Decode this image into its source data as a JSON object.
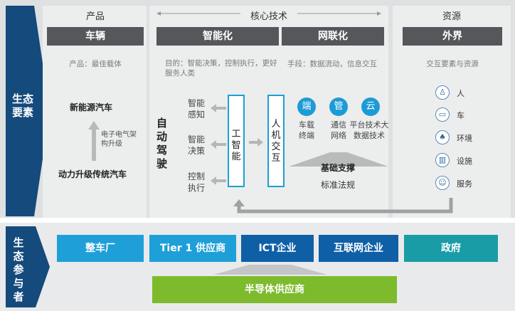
{
  "left": {
    "top_label": "生态要素",
    "bottom_label": "生态参与者"
  },
  "product": {
    "header": "产品",
    "bar": "车辆",
    "subtitle": "产品：最佳载体",
    "top_item": "新能源汽车",
    "upgrade_note": "电子电气架构升级",
    "bottom_item": "动力升级传统汽车"
  },
  "core": {
    "header": "核心技术",
    "bar_left": "智能化",
    "bar_right": "网联化",
    "goal_text": "目的：智能决策，控制执行，更好服务人类",
    "means_text": "手段：数据流动，信息交互",
    "autodrive": "自动驾驶",
    "stages": [
      "智能感知",
      "智能决策",
      "控制执行"
    ],
    "ai_box": "工智能",
    "hmi_box": "人机交互",
    "net_items": [
      {
        "glyph": "端",
        "label": "车载终端"
      },
      {
        "glyph": "管",
        "label": "通信网络"
      },
      {
        "glyph": "云",
        "label": "平台技术大数据技术"
      }
    ],
    "support": "基础支撑",
    "standards": "标准法规"
  },
  "resource": {
    "header": "资源",
    "bar": "外界",
    "subtitle": "交互要素与资源",
    "items": [
      {
        "icon": "person-icon",
        "label": "人"
      },
      {
        "icon": "car-icon",
        "label": "车"
      },
      {
        "icon": "leaf-icon",
        "label": "环境"
      },
      {
        "icon": "building-icon",
        "label": "设施"
      },
      {
        "icon": "service-icon",
        "label": "服务"
      }
    ]
  },
  "participants": {
    "items": [
      {
        "label": "整车厂",
        "color": "#1e9fd8"
      },
      {
        "label": "Tier 1 供应商",
        "color": "#1e9fd8"
      },
      {
        "label": "ICT企业",
        "color": "#0f5fa6"
      },
      {
        "label": "互联网企业",
        "color": "#0f5fa6"
      },
      {
        "label": "政府",
        "color": "#1a9ca7"
      }
    ],
    "semiconductor": {
      "label": "半导体供应商",
      "color": "#7dbb2d"
    }
  },
  "colors": {
    "navy": "#144a7c",
    "panel": "#e5e6e7",
    "bar_dark": "#55575b",
    "accent_blue": "#1f9fd6"
  }
}
